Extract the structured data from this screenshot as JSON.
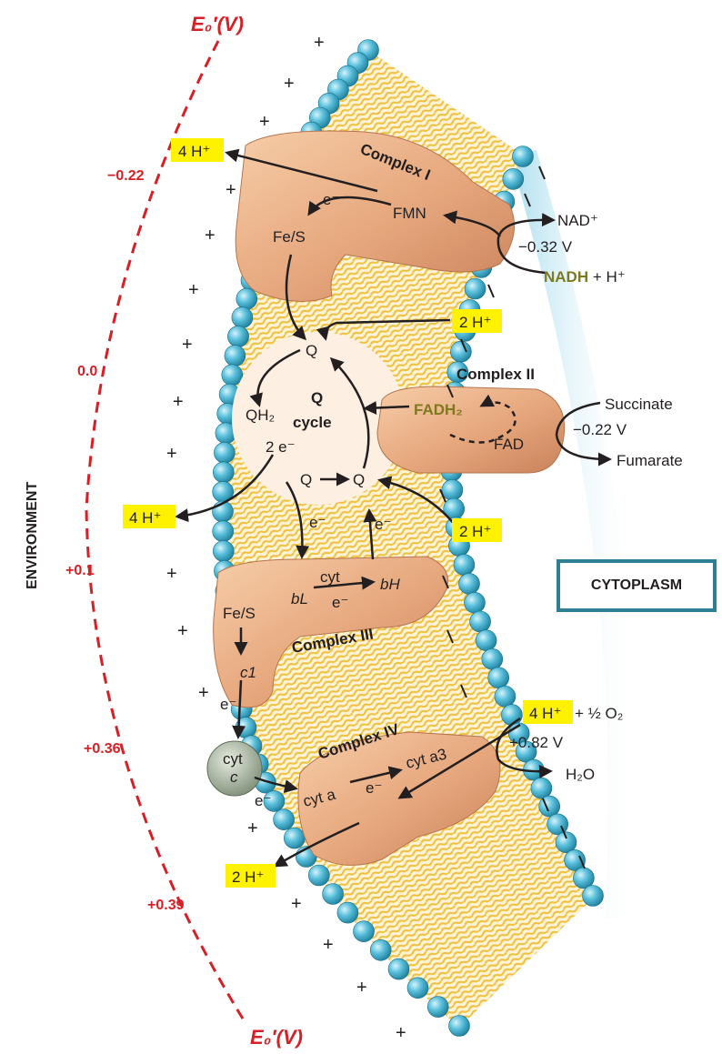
{
  "axis": {
    "title_top": "E₀′(V)",
    "title_bottom": "E₀′(V)",
    "ticks": [
      "−0.22",
      "0.0",
      "+0.1",
      "+0.36",
      "+0.39"
    ],
    "color": "#d71f26"
  },
  "regions": {
    "environment": "ENVIRONMENT",
    "cytoplasm": "CYTOPLASM"
  },
  "complex1": {
    "name": "Complex I",
    "proton_out": "4 H⁺",
    "electron": "e⁻",
    "fmn": "FMN",
    "fes": "Fe/S",
    "nad_plus": "NAD⁺",
    "potential": "−0.32 V",
    "nadh": "NADH",
    "nadh_suffix": " + H⁺"
  },
  "q_cycle": {
    "q_top": "Q",
    "qh2": "QH₂",
    "title1": "Q",
    "title2": "cycle",
    "two_e": "2 e⁻",
    "q_left": "Q",
    "q_right": "Q",
    "h_in_top": "2 H⁺",
    "h_in_bottom": "2 H⁺",
    "h_out": "4 H⁺",
    "e_left": "e⁻",
    "e_right": "e⁻"
  },
  "complex2": {
    "name": "Complex II",
    "fadh2": "FADH₂",
    "fad": "FAD",
    "succinate": "Succinate",
    "potential": "−0.22 V",
    "fumarate": "Fumarate"
  },
  "complex3": {
    "name": "Complex III",
    "fes": "Fe/S",
    "cyt": "cyt",
    "bl": "bL",
    "bh": "bH",
    "electron": "e⁻",
    "c1": "c1",
    "e_out": "e⁻"
  },
  "cytc": {
    "line1": "cyt",
    "line2": "c",
    "electron": "e⁻"
  },
  "complex4": {
    "name": "Complex IV",
    "cyta": "cyt a",
    "cyta3": "cyt a3",
    "electron": "e⁻",
    "h_in": "4 H⁺",
    "oxygen": "+ ½ O₂",
    "potential": "+0.82 V",
    "water": "H₂O",
    "h_out": "2 H⁺"
  },
  "plus_sign": "+",
  "colors": {
    "protein": "#e8ad86",
    "membrane_head": "#38a8c9",
    "lipid_tail": "#f0c040",
    "highlight": "#fff200",
    "cytoplasm_border": "#2e7f96"
  }
}
